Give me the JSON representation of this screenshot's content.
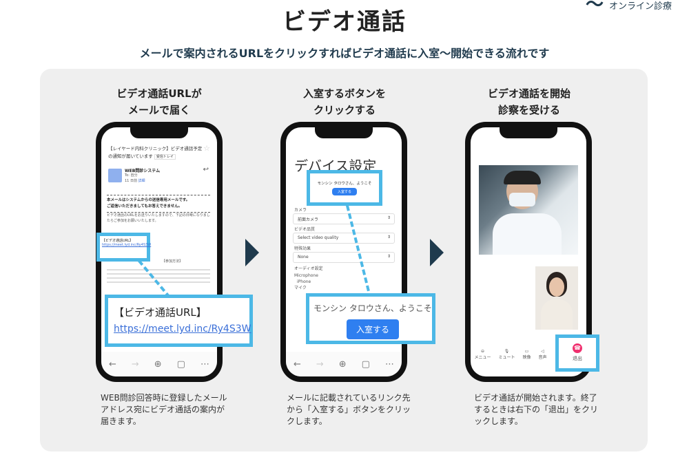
{
  "header": {
    "title": "ビデオ通話",
    "logo_text": "オンライン診療",
    "subtitle": "メールで案内されるURLをクリックすればビデオ通話に入室〜開始できる流れです"
  },
  "steps": [
    {
      "heading_line1": "ビデオ通話URLが",
      "heading_line2": "メールで届く",
      "description": "WEB問診回答時に登録したメールアドレス宛にビデオ通話の案内が届きます。"
    },
    {
      "heading_line1": "入室するボタンを",
      "heading_line2": "クリックする",
      "description": "メールに記載されているリンク先から「入室する」ボタンをクリックします。"
    },
    {
      "heading_line1": "ビデオ通話を開始",
      "heading_line2": "診察を受ける",
      "description": "ビデオ通話が開始されます。終了するときは右下の「退出」をクリックします。"
    }
  ],
  "email": {
    "subject": "【レイヤード内科クリニック】ビデオ通話予定の通知が届いています",
    "label": "受信トレイ",
    "sender": "WEB問診システム",
    "to": "To: 自分",
    "time": "11 日前",
    "detail": "詳細",
    "notice1": "本メールはシステムからの送信専用メールです。",
    "notice2": "ご返信いただきましてもお答えできません。",
    "body": "ビデオ通話のURLをお送りいたしますので、下記の日時になりましたらご参加をお願いいたします。",
    "url_heading": "【ビデオ通話URL】",
    "url": "https://meet.lyd.inc/Ry4S3W",
    "method_heading": "【参加方法】"
  },
  "device": {
    "title": "デバイス設定",
    "welcome": "モンシン タロウさん、ようこそ",
    "enter_button": "入室する",
    "camera_label": "カメラ",
    "camera_value": "前面カメラ",
    "quality_label": "ビデオ品質",
    "quality_value": "Select video quality",
    "effect_label": "特殊効果",
    "effect_value": "None",
    "audio_label": "オーディオ設定",
    "mic_label": "Microphone",
    "mic_value": "iPhone",
    "mic_level_label": "マイク"
  },
  "call": {
    "controls": [
      "メニュー",
      "ミュート",
      "映像",
      "音声"
    ],
    "leave": "退出"
  },
  "colors": {
    "accent": "#4cb8e6",
    "navy": "#1f3a4d",
    "end": "#f0306f"
  }
}
